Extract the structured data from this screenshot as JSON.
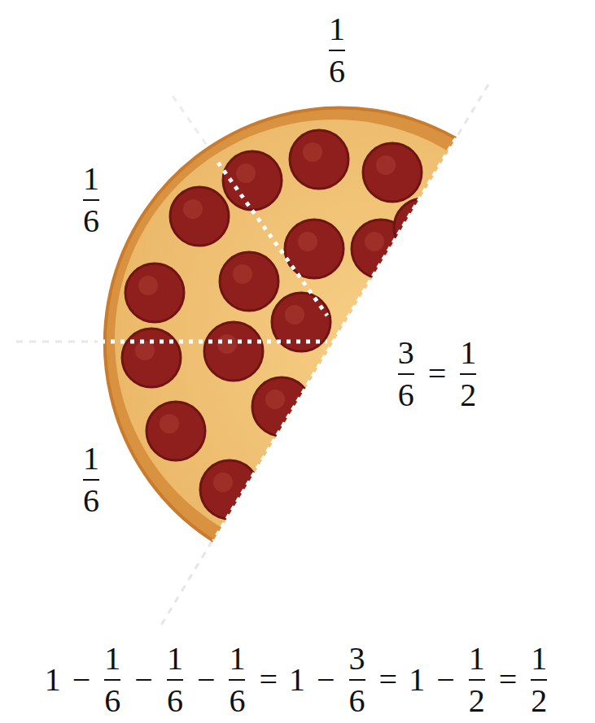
{
  "diagram": {
    "labels": [
      "1",
      "6",
      "1",
      "6",
      "3",
      "6",
      "=",
      "1",
      "2",
      "1",
      "6",
      "1",
      "−",
      "1",
      "6",
      "−",
      "1",
      "6",
      "−",
      "1",
      "6",
      "=",
      "1",
      "−",
      "3",
      "6",
      "=",
      "1",
      "−",
      "1",
      "2",
      "=",
      "1",
      "2"
    ]
  }
}
